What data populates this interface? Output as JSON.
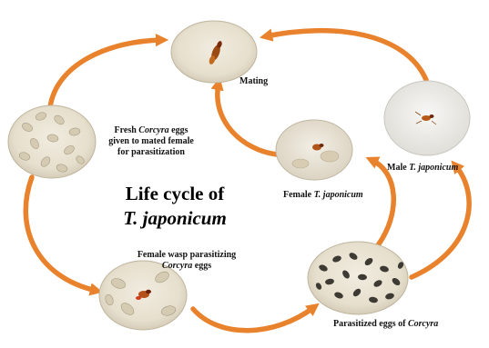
{
  "title": {
    "line1": "Life cycle of",
    "line2": "T. japonicum"
  },
  "stages": {
    "mating": {
      "text": "Mating"
    },
    "male": {
      "prefix": "Male ",
      "species": "T. japonicum"
    },
    "female": {
      "prefix": "Female ",
      "species": "T. japonicum"
    },
    "fresh_eggs": {
      "line1_prefix": "Fresh ",
      "line1_species": "Corcyra",
      "line1_suffix": " eggs",
      "line2": "given to mated female",
      "line3": "for parasitization"
    },
    "wasp_parasitizing": {
      "line1": "Female wasp parasitizing",
      "line2_species": "Corcyra",
      "line2_suffix": " eggs"
    },
    "parasitized_eggs": {
      "prefix": "Parasitized eggs of ",
      "species": "Corcyra"
    }
  },
  "colors": {
    "arrow": "#e9822c",
    "arrow_dark": "#c9631a",
    "photo_bg": "#e9e2d2",
    "egg": "#d8cfb8",
    "dark_egg": "#3d3a33"
  }
}
